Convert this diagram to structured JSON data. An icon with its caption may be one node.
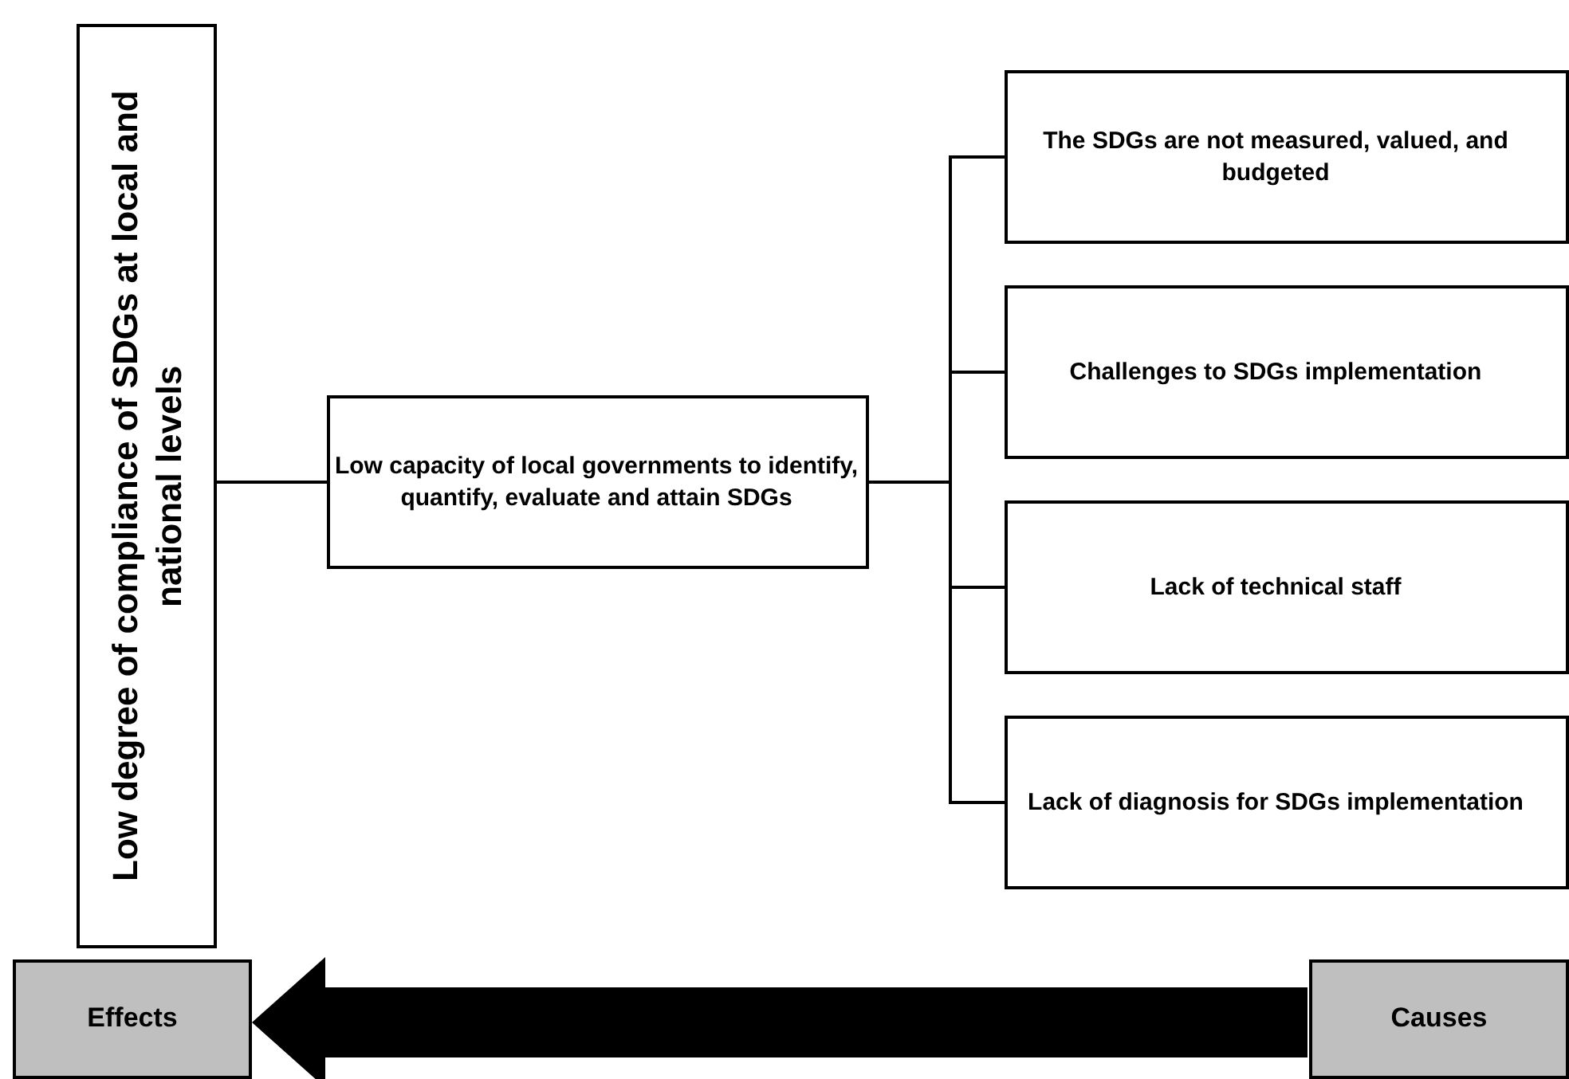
{
  "diagram": {
    "nodes": [
      {
        "text": [
          "Low degree of compliance of SDGs at local and national levels"
        ]
      },
      {
        "text": [
          "Low capacity of local governments to identify, quantify, evaluate and attain SDGs"
        ]
      },
      {
        "text": [
          "The SDGs are not measured, valued, and budgeted"
        ]
      },
      {
        "text": [
          "Challenges to SDGs implementation"
        ]
      },
      {
        "text": [
          "Lack of technical staff"
        ]
      },
      {
        "text": [
          "Lack of diagnosis for SDGs implementation"
        ]
      },
      {
        "text": [
          "Effects"
        ]
      },
      {
        "text": [
          "Causes"
        ]
      }
    ],
    "edges": [
      {
        "from": 1,
        "to": 0,
        "arrow": "none"
      },
      {
        "from": 1,
        "to": 2,
        "arrow": "none"
      },
      {
        "from": 1,
        "to": 3,
        "arrow": "none"
      },
      {
        "from": 1,
        "to": 4,
        "arrow": "none"
      },
      {
        "from": 1,
        "to": 5,
        "arrow": "none"
      },
      {
        "from": 7,
        "to": 6,
        "arrow": "to",
        "style": "thick"
      }
    ]
  }
}
